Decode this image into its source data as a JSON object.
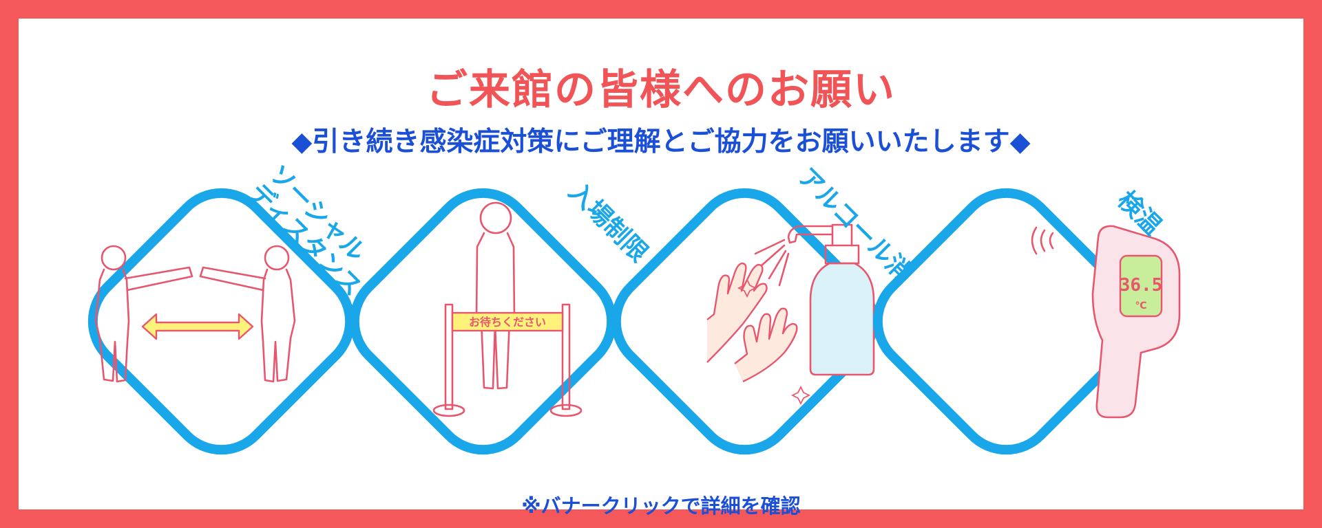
{
  "title": "ご来館の皆様へのお願い",
  "subtitle": "◆引き続き感染症対策にご理解とご協力をお願いいたします◆",
  "cards": [
    {
      "label_line1": "ソーシャル",
      "label_line2": "ディスタンス"
    },
    {
      "label": "入場制限",
      "sign_text": "お待ちください"
    },
    {
      "label": "アルコール消毒"
    },
    {
      "label": "検温",
      "thermometer_reading": "36.5",
      "thermometer_unit": "℃"
    }
  ],
  "footnote": "※バナークリックで詳細を確認",
  "colors": {
    "frame": "#f5585a",
    "title": "#f05456",
    "subtitle": "#1a4fd6",
    "card_outline": "#19a7ea",
    "illustration_line": "#e8566e",
    "arrow_fill": "#fff27a"
  }
}
